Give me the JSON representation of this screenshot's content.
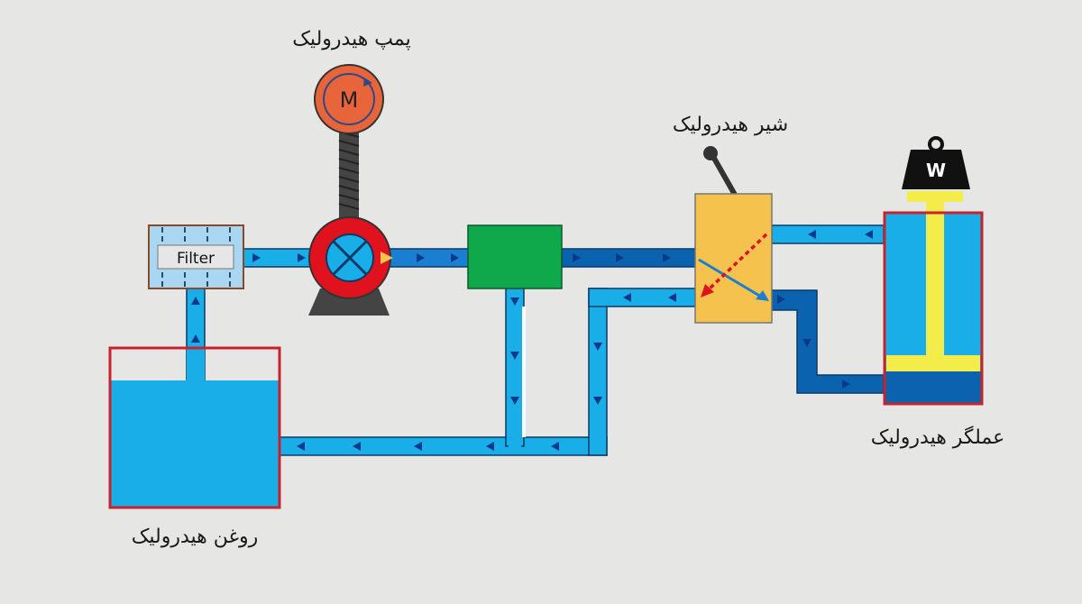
{
  "labels": {
    "pump": "پمپ هیدرولیک",
    "valve": "شیر هیدرولیک",
    "actuator": "عملگر هیدرولیک",
    "oil": "روغن هیدرولیک",
    "filter": "Filter",
    "motor": "M",
    "weight": "W"
  },
  "colors": {
    "background": "#e6e6e4",
    "pipe_light": "#1aaee8",
    "pipe_dark": "#0b63b0",
    "outline": "#0a3a66",
    "tank_frame": "#c8232c",
    "motor": "#e8643a",
    "pump_ring": "#e0121e",
    "accumulator": "#0fa84a",
    "valve_body": "#f5c34d",
    "rod": "#f3ec4a",
    "weight": "#111111"
  }
}
